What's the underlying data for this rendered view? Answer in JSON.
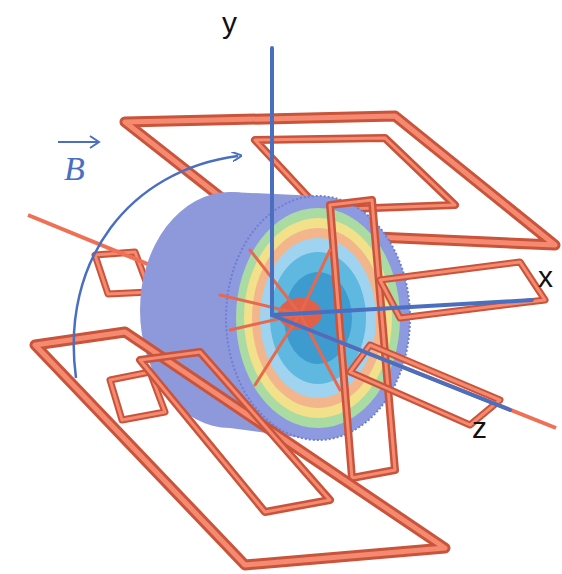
{
  "diagram": {
    "labels": [
      "y",
      "x",
      "z",
      "B"
    ]
  }
}
